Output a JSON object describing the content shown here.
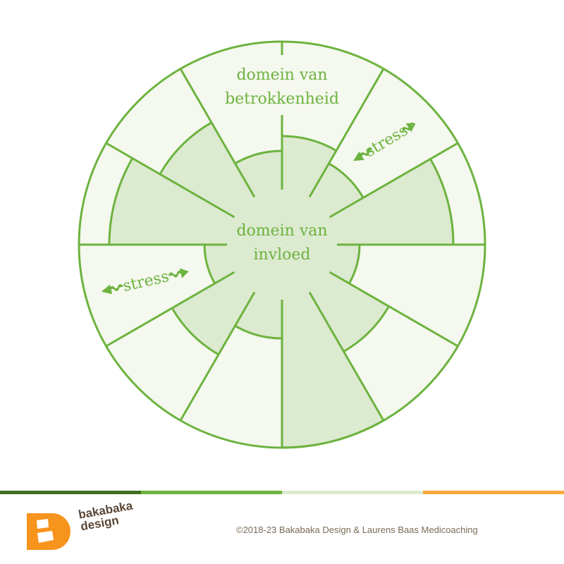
{
  "diagram": {
    "outer_label": [
      "domein van",
      "betrokkenheid"
    ],
    "center_label": [
      "domein van",
      "invloed"
    ],
    "stress_label": "stress",
    "colors": {
      "stroke": "#6db33f",
      "outer_fill": "#f4f8ee",
      "inner_fill": "#dcead0",
      "text": "#6db33f"
    }
  },
  "footer": {
    "bar_colors": [
      "#3f6f24",
      "#6db33f",
      "#dcead0",
      "#f9a93b"
    ],
    "logo_text": [
      "bakabaka",
      "design"
    ],
    "copyright": "©2018-23 Bakabaka Design & Laurens Baas Medicoaching"
  }
}
